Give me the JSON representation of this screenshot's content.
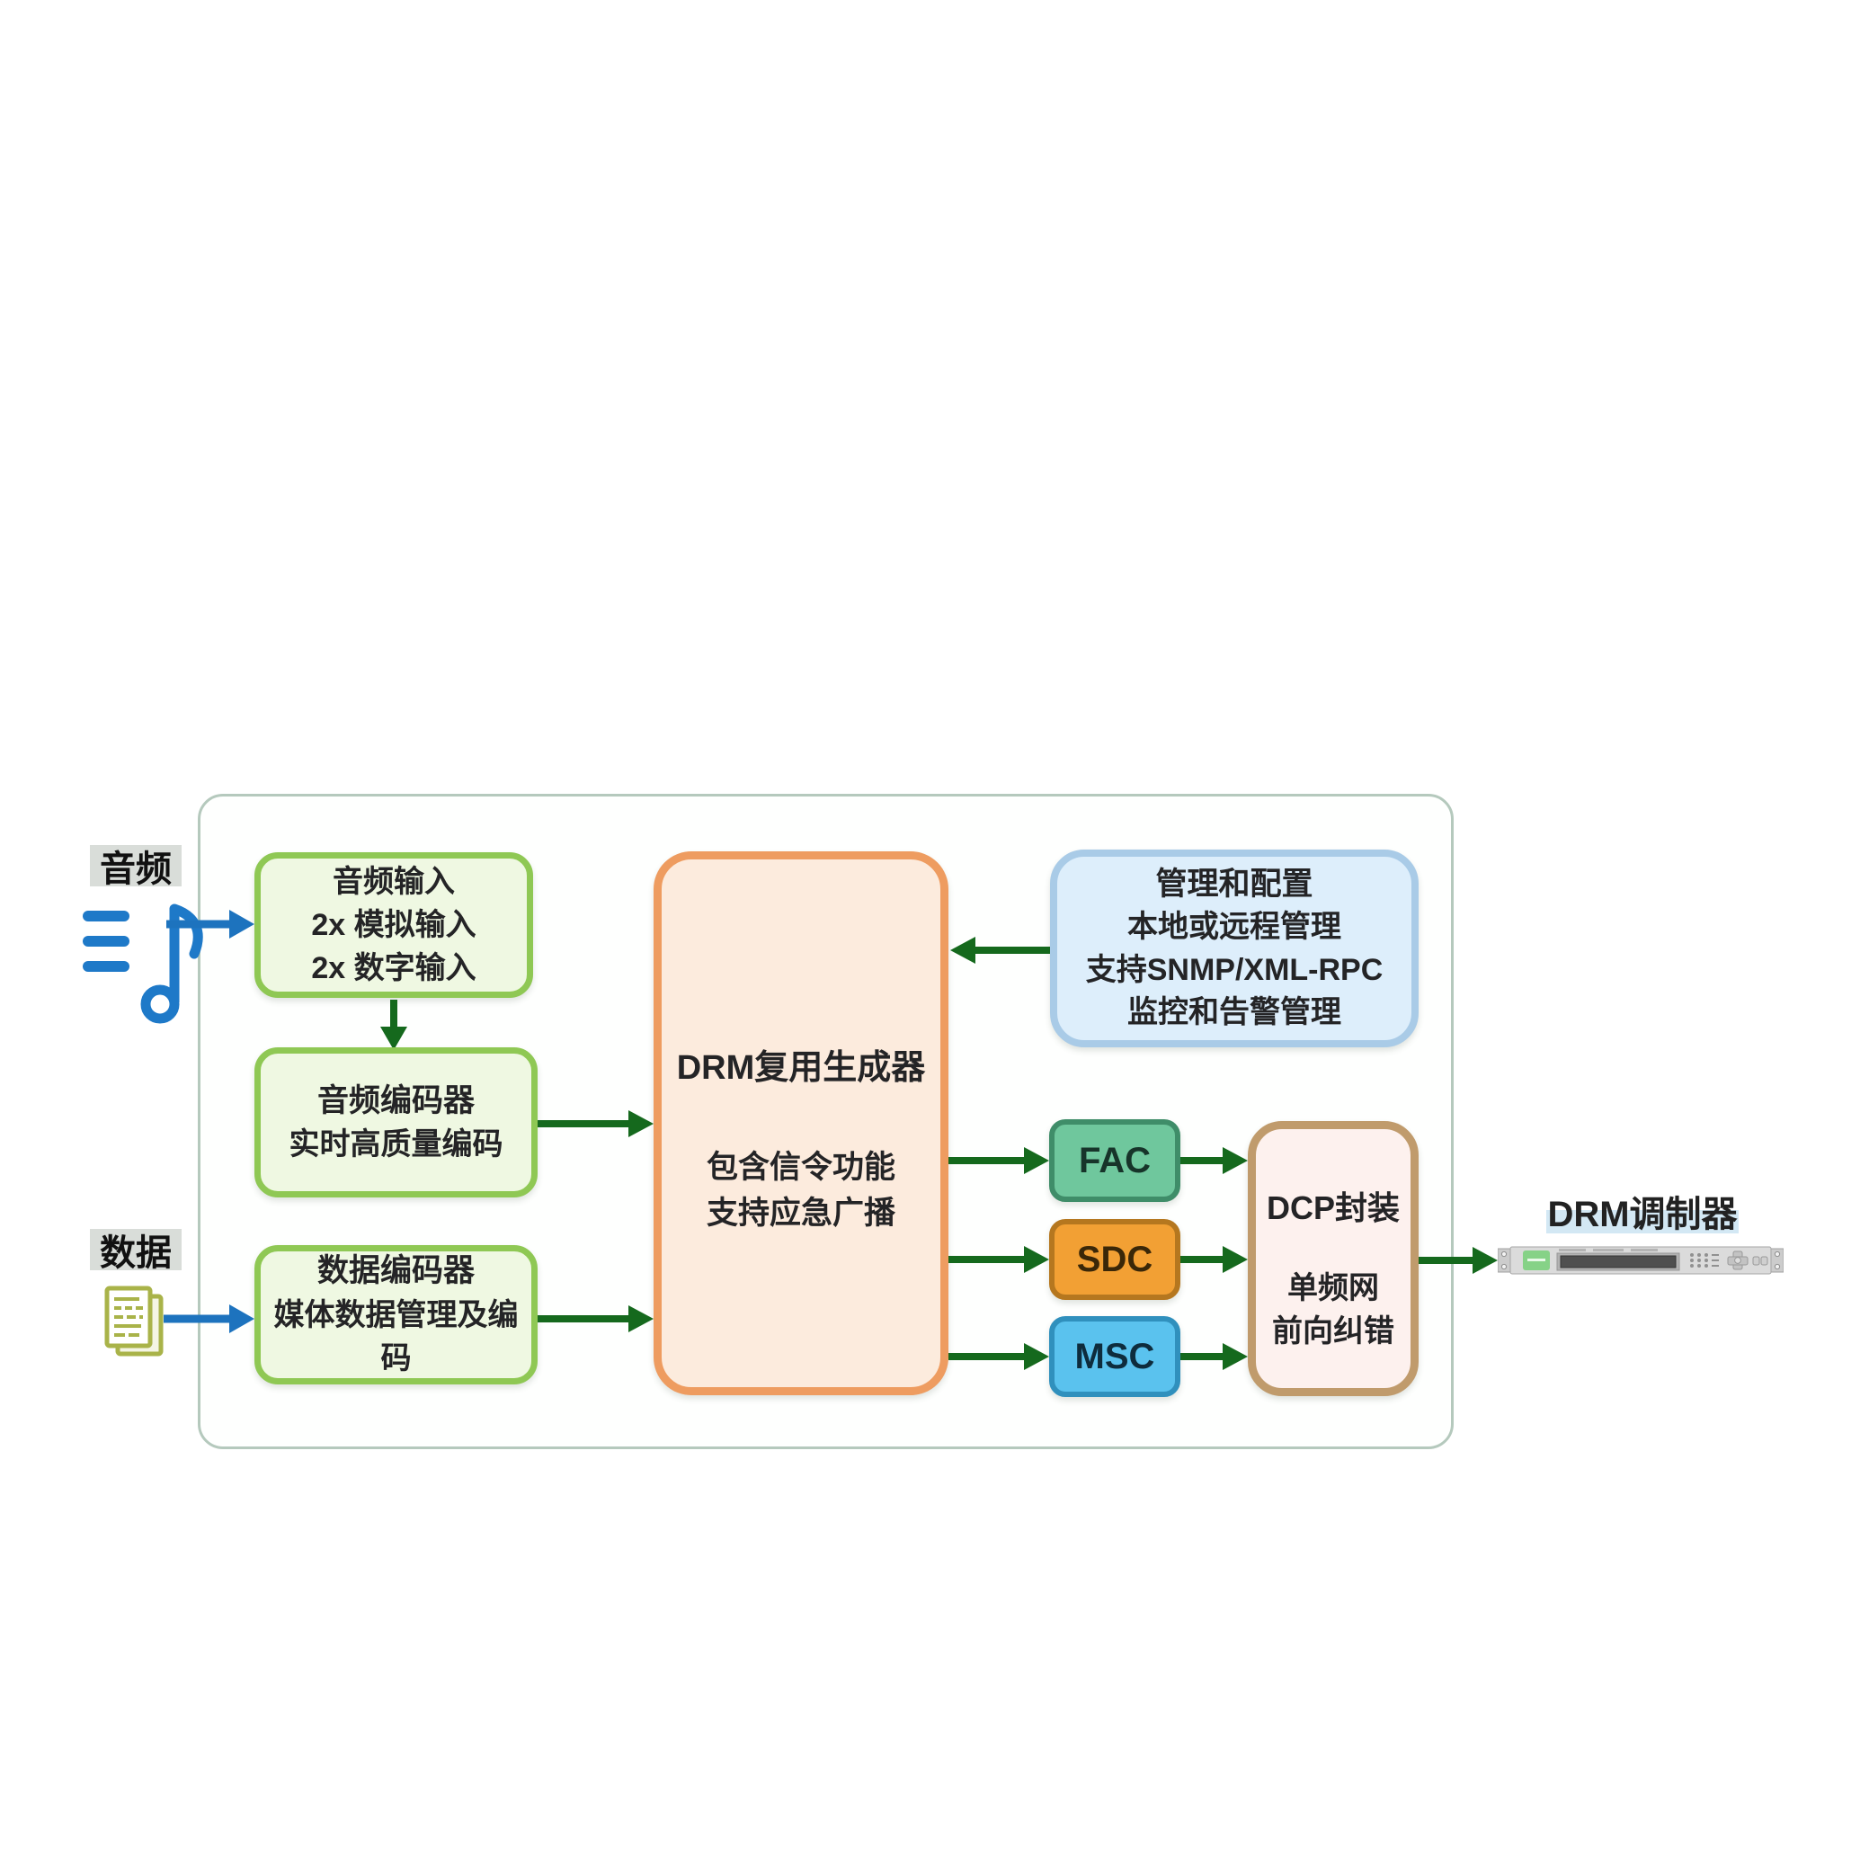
{
  "diagram": {
    "sources": {
      "audio_label": "音频",
      "data_label": "数据"
    },
    "icons": {
      "audio": "music-note-icon",
      "data": "document-icon",
      "output": "rack-device"
    },
    "boxes": {
      "audio_input": {
        "lines": [
          "音频输入",
          "2x 模拟输入",
          "2x 数字输入"
        ]
      },
      "audio_encoder": {
        "title": "音频编码器",
        "subtitle": "实时高质量编码"
      },
      "data_encoder": {
        "title": "数据编码器",
        "subtitle": "媒体数据管理及编码"
      },
      "drm_multiplexer": {
        "title": "DRM复用生成器",
        "lines": [
          "包含信令功能",
          "支持应急广播"
        ]
      },
      "management": {
        "title": "管理和配置",
        "lines": [
          "本地或远程管理",
          "支持SNMP/XML-RPC",
          "监控和告警管理"
        ]
      },
      "fac": {
        "label": "FAC"
      },
      "sdc": {
        "label": "SDC"
      },
      "msc": {
        "label": "MSC"
      },
      "dcp": {
        "title": "DCP封装",
        "lines": [
          "单频网",
          "前向纠错"
        ]
      }
    },
    "output": {
      "modulator_label": "DRM调制器"
    },
    "colors": {
      "green_box_fill": "#eff8e2",
      "green_box_border": "#8fc854",
      "mux_fill": "#fcebdd",
      "mux_border": "#ee9c60",
      "management_fill": "#ddeefb",
      "management_border": "#a9cbe7",
      "fac_fill": "#6fc79d",
      "sdc_fill": "#f2a034",
      "msc_fill": "#5ac2ee",
      "dcp_fill": "#fdf1ee",
      "dcp_border": "#c09b6c",
      "arrow_green": "#15691d",
      "arrow_blue": "#1d73be",
      "container_border": "#b5c9bd",
      "label_highlight_gray": "#d9ddd9",
      "label_highlight_blue": "#d3e8f4"
    }
  }
}
